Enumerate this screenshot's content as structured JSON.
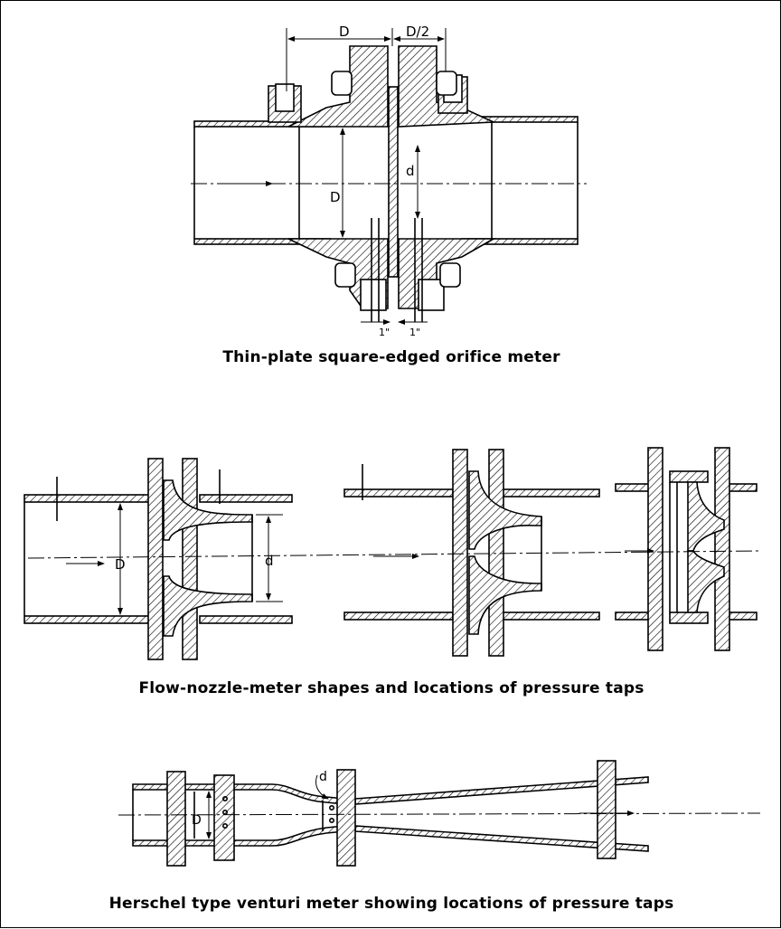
{
  "diagrams": [
    {
      "caption": "Thin-plate square-edged orifice meter",
      "labels": {
        "pipe_diameter_top": "D",
        "half_diameter": "D/2",
        "pipe_diameter": "D",
        "orifice_diameter": "d",
        "tap_left": "1\"",
        "tap_right": "1\""
      }
    },
    {
      "caption": "Flow-nozzle-meter shapes and locations of pressure taps",
      "labels": {
        "pipe_diameter": "D",
        "nozzle_diameter": "d"
      }
    },
    {
      "caption": "Herschel type venturi meter showing locations of pressure taps",
      "labels": {
        "pipe_diameter": "D",
        "throat_diameter": "d"
      }
    }
  ]
}
